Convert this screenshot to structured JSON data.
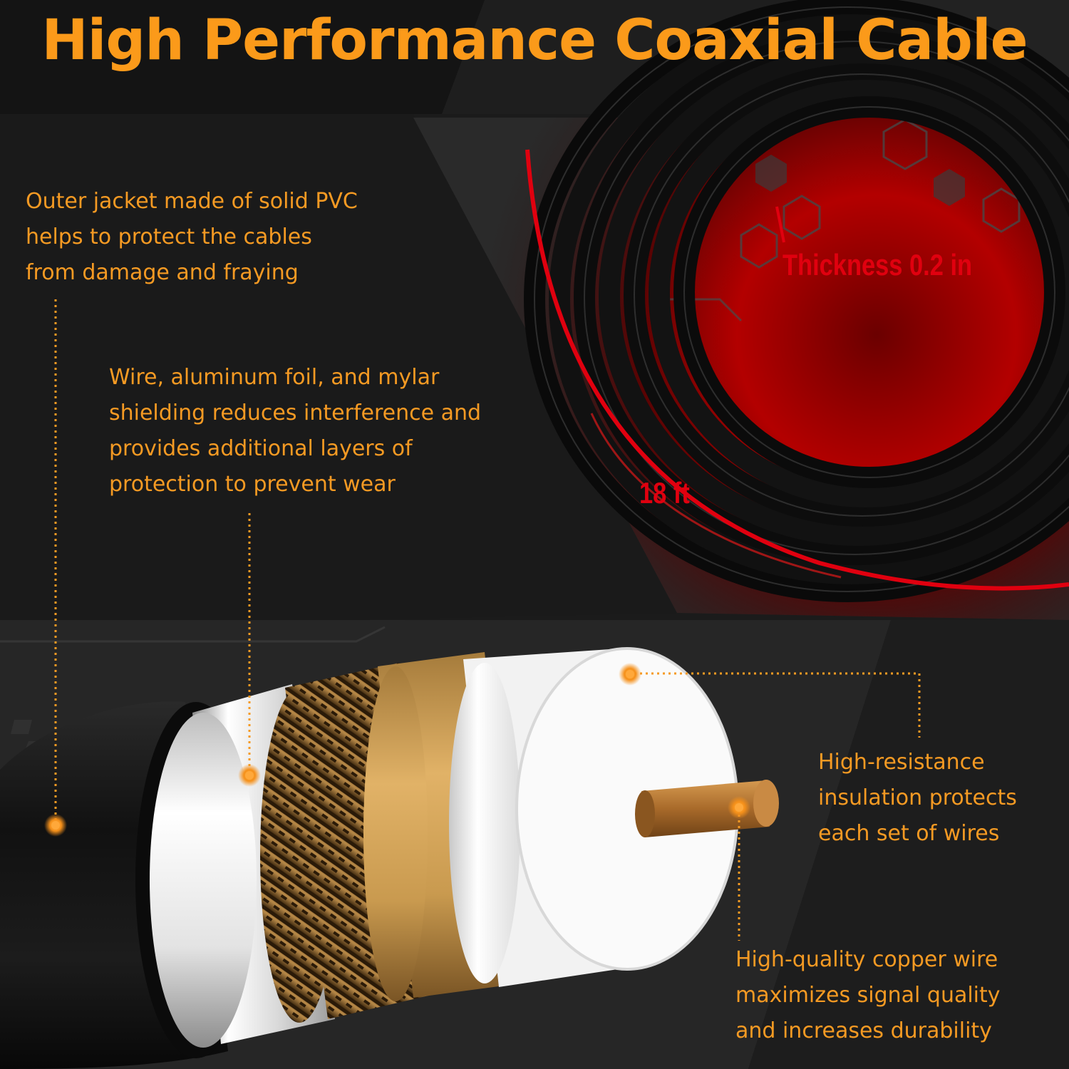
{
  "headline": "High Performance Coaxial Cable",
  "measurements": {
    "thickness": "Thickness 0.2 in",
    "length": "18 ft"
  },
  "callouts": {
    "outer_jacket": [
      "Outer jacket made of solid PVC",
      "helps to protect the cables",
      "from damage and fraying"
    ],
    "shielding": [
      "Wire, aluminum foil, and mylar",
      "shielding reduces interference and",
      "provides additional layers of",
      "protection to prevent wear"
    ],
    "insulation": [
      "High-resistance",
      "insulation protects",
      "each set of wires"
    ],
    "copper": [
      "High-quality copper wire",
      "maximizes signal quality",
      "and increases durability"
    ]
  },
  "colors": {
    "accent_orange": "#f59a23",
    "measure_red": "#e0000f",
    "background": "#1a1a1a"
  }
}
